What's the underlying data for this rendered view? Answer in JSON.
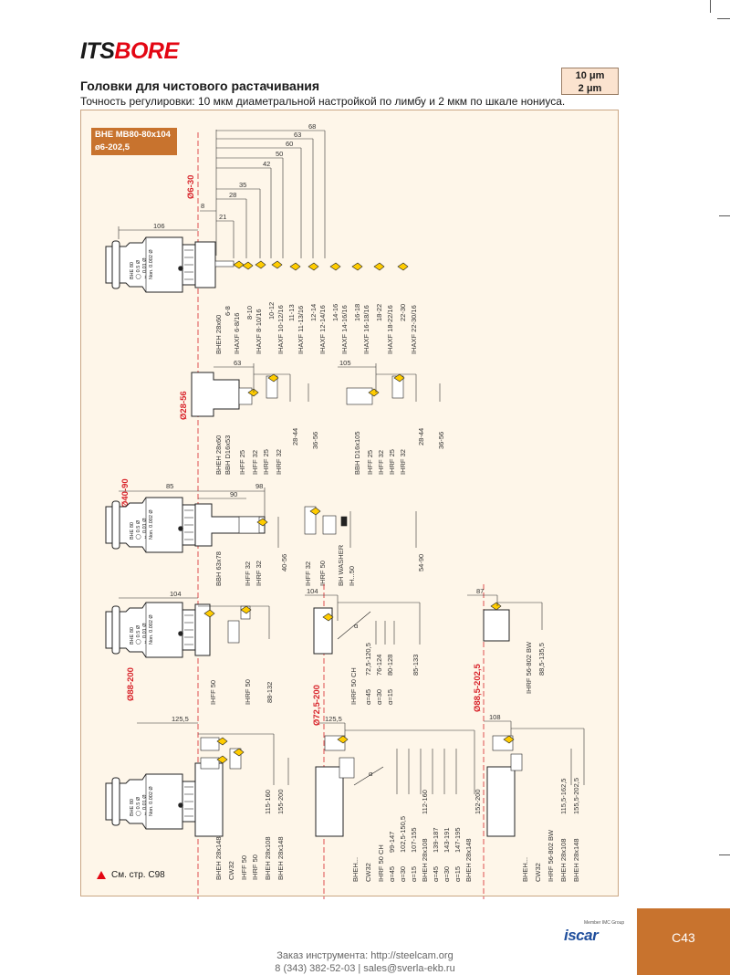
{
  "brand": {
    "part1": "ITS",
    "part2": "BORE"
  },
  "precision": {
    "line1": "10 μm",
    "line2": "2 μm"
  },
  "title": "Головки для чистового растачивания",
  "subtitle": "Точность регулировки:  10 мкм диаметральной настройкой по лимбу и 2 мкм по шкале нониуса.",
  "head_tag": {
    "line1": "BHE MB80-80x104",
    "line2": "ø6-202,5"
  },
  "head_label": {
    "l1": "BHE 80",
    "l2": "◯ 0.5 Ø",
    "l3": "↔ 0.01 Ø",
    "l4": "Non. 0.002 Ø"
  },
  "ranges": {
    "r1": "Ø6-30",
    "r2": "Ø28-56",
    "r3": "Ø40-90",
    "r4": "Ø88-200",
    "r5": "Ø72,5-200",
    "r6": "Ø88,5-202,5"
  },
  "dims": {
    "s1": [
      "68",
      "63",
      "60",
      "50",
      "42",
      "35",
      "28",
      "8",
      "21",
      "106"
    ],
    "s2": [
      "63",
      "105"
    ],
    "s3": [
      "85",
      "98",
      "90"
    ],
    "s4": [
      "104",
      "104",
      "87"
    ],
    "s5": [
      "125,5",
      "125,5",
      "108"
    ]
  },
  "labels": {
    "s1": [
      "BHEH 28x60",
      "6-8",
      "IHAXF 6-8/16",
      "8-10",
      "IHAXF 8-10/16",
      "10-12",
      "IHAXF 10-12/16",
      "11-13",
      "IHAXF 11-13/16",
      "12-14",
      "IHAXF 12-14/16",
      "14-16",
      "IHAXF 14-16/16",
      "16-18",
      "IHAXF 16-18/16",
      "18-22",
      "IHAXF 18-22/16",
      "22-30",
      "IHAXF 22-30/16"
    ],
    "s2a": [
      "BHEH 28x60",
      "BBH D16x53",
      "IHFF 25",
      "IHFF 32",
      "IHRF 25",
      "IHRF 32",
      "28-44",
      "36-56"
    ],
    "s2b": [
      "BBH D16x105",
      "IHFF 25",
      "IHFF 32",
      "IHRF 25",
      "IHRF 32",
      "28-44",
      "36-56"
    ],
    "s3": [
      "BBH 63x78",
      "IHFF 32",
      "IHRF 32",
      "40-56",
      "IHFF 32",
      "IHRF 50",
      "BH WASHER",
      "IH...50",
      "54-90"
    ],
    "s4a": [
      "IHFF 50",
      "IHRF 50",
      "88-132"
    ],
    "s4b": [
      "IHRF 50 CH",
      "α=45",
      "72,5-120,5",
      "α=30",
      "76-124",
      "α=15",
      "80-128",
      "85-133"
    ],
    "s4c": [
      "IHRF 56-802 BW",
      "88,5-135,5"
    ],
    "s5a": [
      "BHEH 28x148",
      "CW32",
      "IHFF 50",
      "IHRF 50",
      "BHEH 28x108",
      "115-160",
      "BHEH 28x148",
      "155-200"
    ],
    "s5b": [
      "BHEH...",
      "CW32",
      "IHRF 50 CH",
      "α=45",
      "99-147",
      "α=30",
      "102,5-150,5",
      "α=15",
      "107-155",
      "BHEH 28x108",
      "112-160",
      "α=45",
      "139-187",
      "α=30",
      "143-191",
      "α=15",
      "147-195",
      "BHEH 28x148",
      "152-200"
    ],
    "s5c": [
      "BHEH...",
      "CW32",
      "IHRF 56-802 BW",
      "BHEH 28x108",
      "115,5-162,5",
      "BHEH 28x148",
      "155,5-202,5"
    ]
  },
  "alpha": "α",
  "lock": "lock",
  "note": "См. стр. С98",
  "footer": {
    "order": "Заказ инструмента: http://steelcam.org",
    "contact": "8 (343) 382-52-03  |  sales@sverla-ekb.ru"
  },
  "iscar": {
    "member": "Member IMC Group",
    "word": "iscar"
  },
  "page_number": "C43",
  "colors": {
    "panel": "#fef6e9",
    "border": "#caa683",
    "accent": "#c8732e",
    "red": "#e30613",
    "precision_bg": "#fbe3cf"
  }
}
